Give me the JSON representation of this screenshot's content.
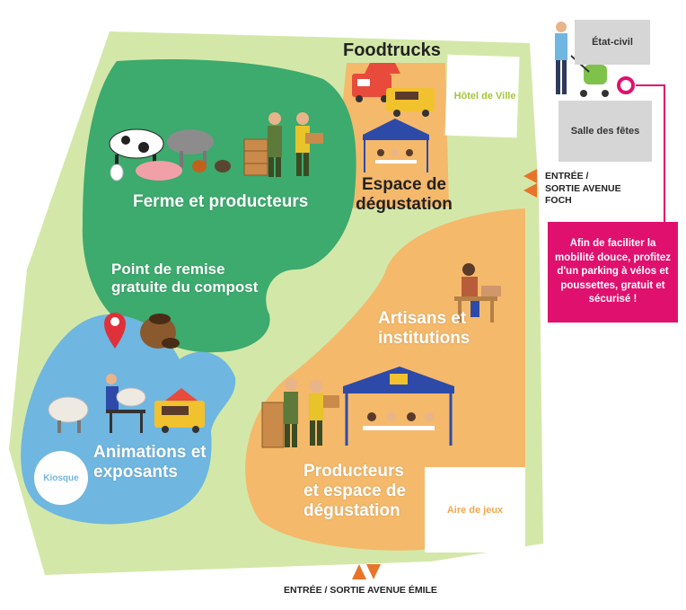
{
  "colors": {
    "park": "#d3e8a8",
    "farm_zone": "#3daa6e",
    "orange_zone": "#f4b96b",
    "blue_zone": "#6fb6e0",
    "entry_arrow": "#e8742a",
    "accent_pink": "#e0106e",
    "box_gray": "#d6d6d6"
  },
  "zones": {
    "foodtrucks": "Foodtrucks",
    "hotel_de_ville": "Hôtel de Ville",
    "espace_degustation": "Espace de dégustation",
    "ferme": "Ferme et producteurs",
    "compost": "Point de remise gratuite du compost",
    "artisans": "Artisans et institutions",
    "animations": "Animations et exposants",
    "kiosque": "Kiosque",
    "producteurs": "Producteurs et espace de dégustation",
    "aire_de_jeux": "Aire de jeux"
  },
  "right_panel": {
    "etat_civil": "État-civil",
    "salle_des_fetes": "Salle des fêtes",
    "entree_foch": "ENTRÉE / SORTIE AVENUE FOCH",
    "info_box": "Afin de faciliter la mobilité douce, profitez d'un parking à vélos et poussettes, gratuit et sécurisé !"
  },
  "entree_emile": "ENTRÉE / SORTIE AVENUE ÉMILE",
  "icons": {
    "farm": "farm-animals-icon",
    "farmers": "farmers-icon",
    "foodtruck": "foodtruck-icon",
    "tent": "tasting-tent-icon",
    "pin": "location-pin-icon",
    "compost": "compost-bag-icon",
    "artisan": "artisan-icon",
    "sheep": "sheep-shearing-icon",
    "stroller": "stroller-parent-icon"
  }
}
